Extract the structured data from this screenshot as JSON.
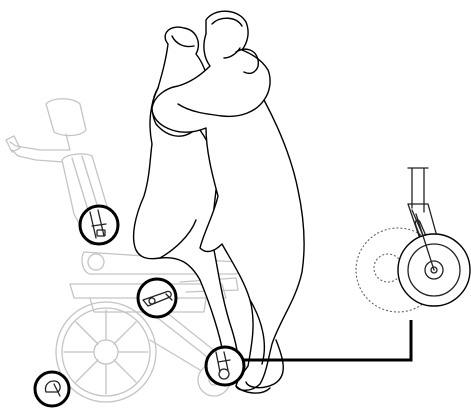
{
  "figure": {
    "subject": "caregiver-assisted-transfer-from-power-wheelchair",
    "colors": {
      "outline": "#000000",
      "chair_ghost": "#c4c4c4",
      "callout_ring": "#000000",
      "background": "#ffffff"
    },
    "callouts": [
      {
        "id": "backrest-release",
        "icon": "backrest-latch-icon"
      },
      {
        "id": "armrest-lever",
        "icon": "armrest-lever-icon"
      },
      {
        "id": "front-caster-lock",
        "icon": "caster-lock-icon"
      },
      {
        "id": "rear-lock-knob",
        "icon": "lock-knob-icon"
      }
    ],
    "detail_view": {
      "icon": "caster-swivel-detail-icon"
    }
  }
}
